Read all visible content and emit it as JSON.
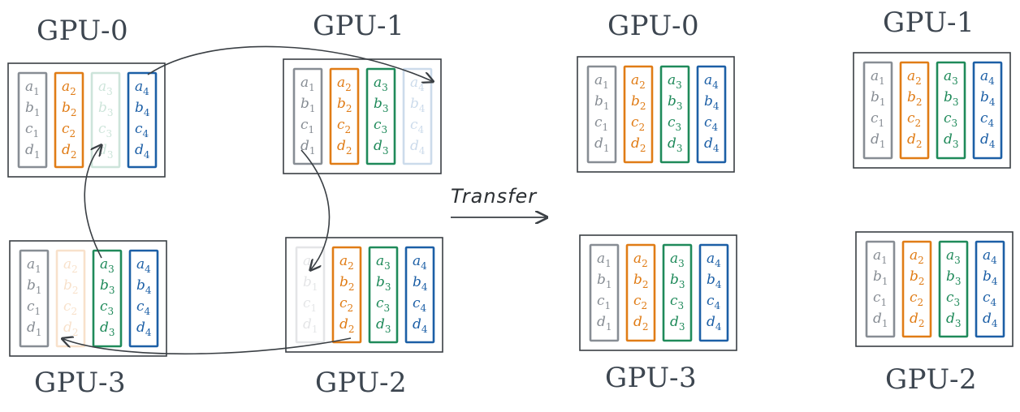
{
  "colors": {
    "frame": "#3a3f44",
    "col1": "#878d94",
    "col2": "#e07c16",
    "col3": "#1f8a5a",
    "col4": "#1c5fa6",
    "arrow": "#3a3f44",
    "label": "#3d4650"
  },
  "labels": {
    "left_gpu0": "GPU-0",
    "left_gpu1": "GPU-1",
    "left_gpu2": "GPU-2",
    "left_gpu3": "GPU-3",
    "right_gpu0": "GPU-0",
    "right_gpu1": "GPU-1",
    "right_gpu2": "GPU-2",
    "right_gpu3": "GPU-3",
    "transfer": "Transfer"
  },
  "columns": [
    {
      "vars": [
        [
          "a",
          "1"
        ],
        [
          "b",
          "1"
        ],
        [
          "c",
          "1"
        ],
        [
          "d",
          "1"
        ]
      ]
    },
    {
      "vars": [
        [
          "a",
          "2"
        ],
        [
          "b",
          "2"
        ],
        [
          "c",
          "2"
        ],
        [
          "d",
          "2"
        ]
      ]
    },
    {
      "vars": [
        [
          "a",
          "3"
        ],
        [
          "b",
          "3"
        ],
        [
          "c",
          "3"
        ],
        [
          "d",
          "3"
        ]
      ]
    },
    {
      "vars": [
        [
          "a",
          "4"
        ],
        [
          "b",
          "4"
        ],
        [
          "c",
          "4"
        ],
        [
          "d",
          "4"
        ]
      ]
    }
  ],
  "before": {
    "gpu0": {
      "faded_column": 3
    },
    "gpu1": {
      "faded_column": 4
    },
    "gpu2": {
      "faded_column": 1
    },
    "gpu3": {
      "faded_column": 2
    }
  }
}
